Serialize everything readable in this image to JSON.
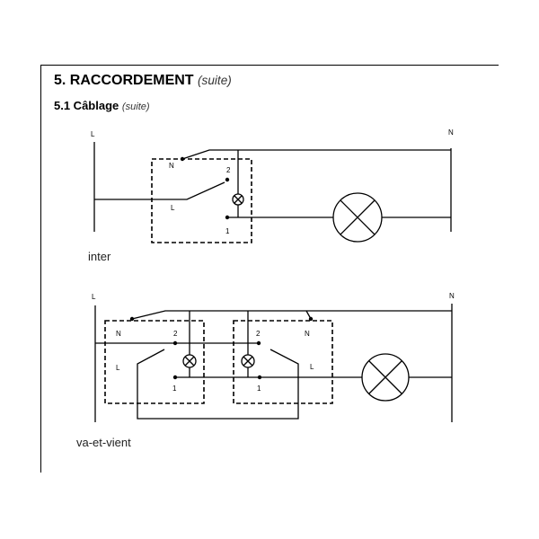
{
  "header": {
    "title": "5. RACCORDEMENT",
    "title_note": "(suite)",
    "subtitle": "5.1 Câblage",
    "subtitle_note": "(suite)"
  },
  "diagram_inter": {
    "caption": "inter",
    "labels": {
      "line": "L",
      "neutral": "N",
      "term_n": "N",
      "term_l": "L",
      "term_2": "2",
      "term_1": "1"
    }
  },
  "diagram_va_et_vient": {
    "caption": "va-et-vient",
    "labels": {
      "line": "L",
      "neutral": "N",
      "left_n": "N",
      "left_l": "L",
      "left_2": "2",
      "left_1": "1",
      "right_n": "N",
      "right_l": "L",
      "right_2": "2",
      "right_1": "1"
    }
  }
}
